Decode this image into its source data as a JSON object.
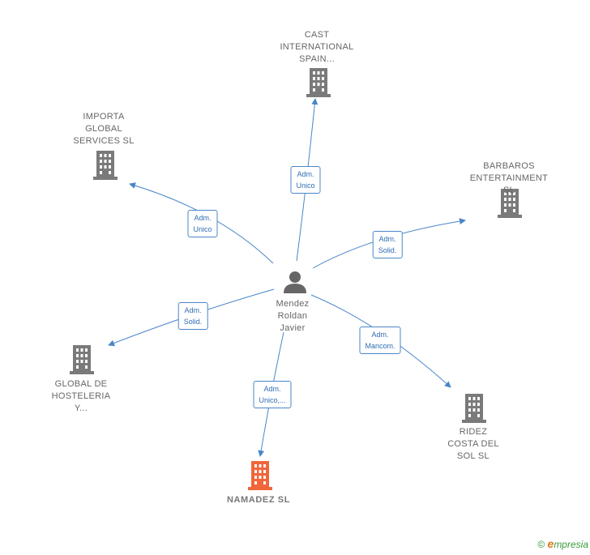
{
  "center": {
    "name": "Mendez\nRoldan\nJavier",
    "icon": "person-icon"
  },
  "companies": [
    {
      "id": "cast",
      "name": "CAST\nINTERNATIONAL\nSPAIN...",
      "icon": "building-icon",
      "color": "#7a7a7a",
      "role": "Adm.\nUnico"
    },
    {
      "id": "importa",
      "name": "IMPORTA\nGLOBAL\nSERVICES SL",
      "icon": "building-icon",
      "color": "#7a7a7a",
      "role": "Adm.\nUnico"
    },
    {
      "id": "barbaros",
      "name": "BARBAROS\nENTERTAINMENT SL",
      "icon": "building-icon",
      "color": "#7a7a7a",
      "role": "Adm.\nSolid."
    },
    {
      "id": "global",
      "name": "GLOBAL DE\nHOSTELERIA\nY...",
      "icon": "building-icon",
      "color": "#7a7a7a",
      "role": "Adm.\nSolid."
    },
    {
      "id": "ridez",
      "name": "RIDEZ\nCOSTA DEL\nSOL  SL",
      "icon": "building-icon",
      "color": "#7a7a7a",
      "role": "Adm.\nMancom."
    },
    {
      "id": "namadez",
      "name": "NAMADEZ  SL",
      "icon": "building-icon",
      "color": "#f0663a",
      "role": "Adm.\nUnico,...",
      "focus": true
    }
  ],
  "colors": {
    "edge": "#4a86c8",
    "icon_gray": "#7a7a7a",
    "icon_focus": "#f0663a",
    "person": "#666666"
  },
  "footer": {
    "copyright": "©",
    "brand_initial": "e",
    "brand_rest": "mpresia"
  }
}
